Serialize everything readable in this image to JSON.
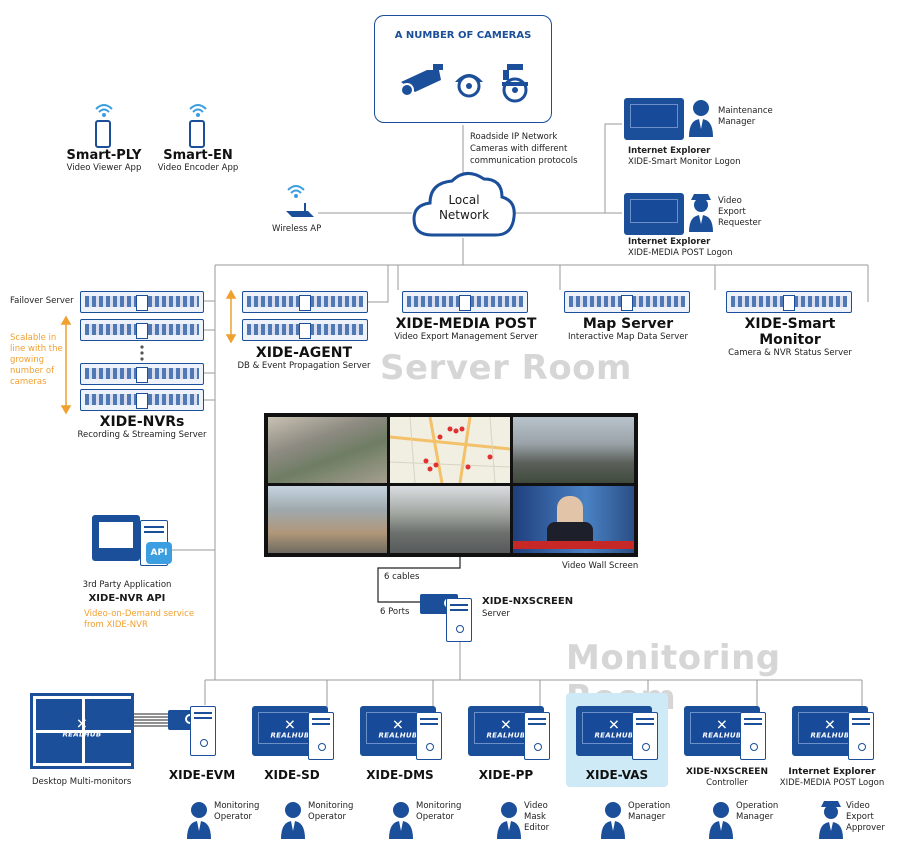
{
  "cameras": {
    "title": "A NUMBER OF CAMERAS"
  },
  "network_note": {
    "line1": "Roadside IP Network",
    "line2": "Cameras with different",
    "line3": "communication protocols"
  },
  "cloud": {
    "line1": "Local",
    "line2": "Network"
  },
  "wireless_ap": {
    "label": "Wireless AP"
  },
  "smart_ply": {
    "title": "Smart-PLY",
    "sub": "Video Viewer App"
  },
  "smart_en": {
    "title": "Smart-EN",
    "sub": "Video Encoder App"
  },
  "maintenance": {
    "role1": "Maintenance",
    "role2": "Manager",
    "app": "Internet Explorer",
    "desc": "XIDE-Smart Monitor Logon"
  },
  "export_requester": {
    "role1": "Video",
    "role2": "Export",
    "role3": "Requester",
    "app": "Internet Explorer",
    "desc": "XIDE-MEDIA POST Logon"
  },
  "failover": {
    "label": "Failover Server"
  },
  "scalable": {
    "l1": "Scalable in",
    "l2": "line with the",
    "l3": "growing",
    "l4": "number of",
    "l5": "cameras"
  },
  "nvrs": {
    "title": "XIDE-NVRs",
    "sub": "Recording & Streaming Server"
  },
  "agent": {
    "title": "XIDE-AGENT",
    "sub": "DB & Event Propagation Server"
  },
  "media_post": {
    "title": "XIDE-MEDIA POST",
    "sub": "Video Export Management Server"
  },
  "map_server": {
    "title": "Map Server",
    "sub": "Interactive Map Data Server"
  },
  "smart_monitor": {
    "title": "XIDE-Smart Monitor",
    "sub": "Camera & NVR Status Server"
  },
  "server_room": {
    "label": "Server Room"
  },
  "video_wall": {
    "label": "Video Wall Screen"
  },
  "api": {
    "badge": "API",
    "line1": "3rd Party Application",
    "title": "XIDE-NVR API",
    "o1": "Video-on-Demand service",
    "o2": "from XIDE-NVR"
  },
  "nxscreen_server": {
    "cables": "6 cables",
    "ports": "6 Ports",
    "title": "XIDE-NXSCREEN",
    "sub": "Server"
  },
  "monitoring_room": {
    "label": "Monitoring Room"
  },
  "desktop": {
    "label": "Desktop Multi-monitors",
    "brand": "REALHUB"
  },
  "clients": [
    {
      "title": "XIDE-EVM",
      "role1": "Monitoring",
      "role2": "Operator",
      "role3": ""
    },
    {
      "title": "XIDE-SD",
      "role1": "Monitoring",
      "role2": "Operator",
      "role3": ""
    },
    {
      "title": "XIDE-DMS",
      "role1": "Monitoring",
      "role2": "Operator",
      "role3": ""
    },
    {
      "title": "XIDE-PP",
      "role1": "Video",
      "role2": "Mask",
      "role3": "Editor"
    },
    {
      "title": "XIDE-VAS",
      "role1": "Operation",
      "role2": "Manager",
      "role3": ""
    },
    {
      "title": "XIDE-NXSCREEN",
      "sub": "Controller",
      "role1": "Operation",
      "role2": "Manager",
      "role3": ""
    },
    {
      "title": "Internet Explorer",
      "sub": "XIDE-MEDIA POST Logon",
      "role1": "Video",
      "role2": "Export",
      "role3": "Approver"
    }
  ],
  "colors": {
    "primary": "#1b4f99",
    "accent": "#f0a030",
    "highlight": "#cdeaf6",
    "room_label": "#d6d6d6"
  }
}
